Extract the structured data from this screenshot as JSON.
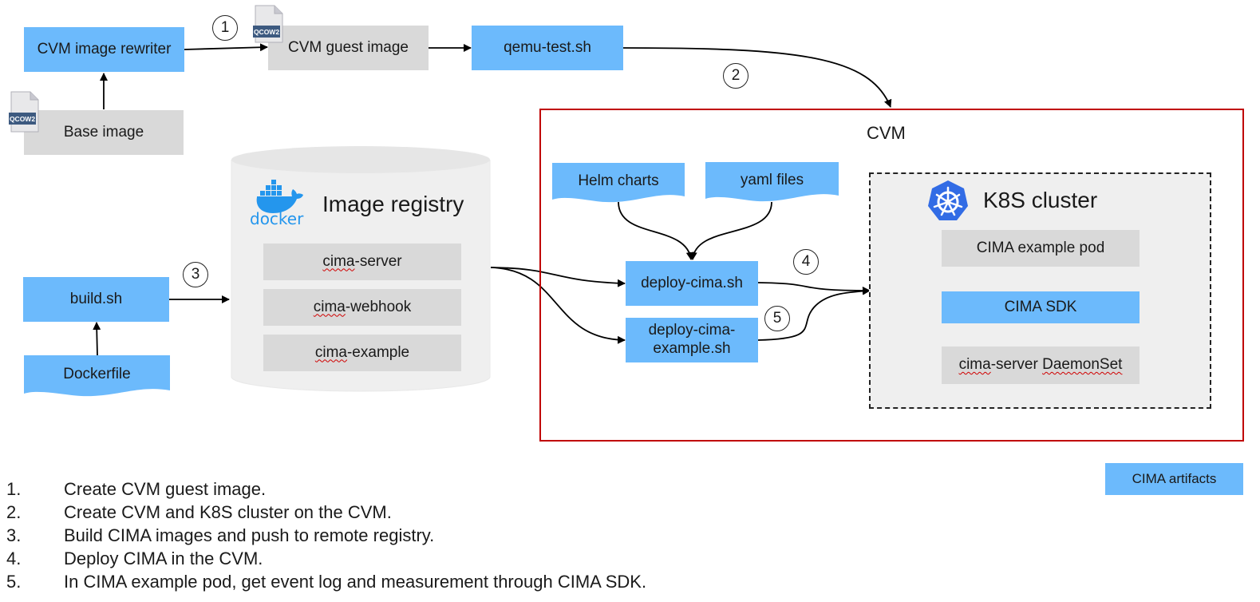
{
  "nodes": {
    "rewriter": "CVM image rewriter",
    "guest_image": "CVM guest image",
    "qemu_test": "qemu-test.sh",
    "base_image": "Base image",
    "build_sh": "build.sh",
    "dockerfile": "Dockerfile",
    "helm_charts": "Helm charts",
    "yaml_files": "yaml files",
    "deploy_cima": "deploy-cima.sh",
    "deploy_cima_example": "deploy-cima-\nexample.sh"
  },
  "registry": {
    "title": "Image registry",
    "docker_logo_text": "docker",
    "images": {
      "server_prefix": "cima",
      "server_suffix": "-server",
      "webhook_prefix": "cima",
      "webhook_suffix": "-webhook",
      "example_prefix": "cima",
      "example_suffix": "-example"
    }
  },
  "cvm": {
    "title": "CVM"
  },
  "k8s": {
    "title": "K8S cluster",
    "example_pod": "CIMA example pod",
    "sdk": "CIMA SDK",
    "daemonset_prefix": "cima",
    "daemonset_mid": "-server ",
    "daemonset_suffix": "DaemonSet"
  },
  "file_badge": "QCOW2",
  "step_markers": [
    "1",
    "2",
    "3",
    "4",
    "5"
  ],
  "legend": {
    "label": "CIMA artifacts"
  },
  "steps": [
    {
      "num": "1.",
      "text": "Create CVM guest image."
    },
    {
      "num": "2.",
      "text": "Create CVM and K8S cluster on the CVM."
    },
    {
      "num": "3.",
      "text": "Build CIMA images and push to remote registry."
    },
    {
      "num": "4.",
      "text": "Deploy CIMA in the CVM."
    },
    {
      "num": "5.",
      "text": "In CIMA example pod, get event log and measurement through CIMA SDK."
    }
  ],
  "colors": {
    "artifact_blue": "#6cbafc",
    "neutral_gray": "#d9d9d9",
    "cvm_border": "#c00000",
    "k8s_blue": "#326ce5",
    "docker_blue": "#2496ed"
  }
}
